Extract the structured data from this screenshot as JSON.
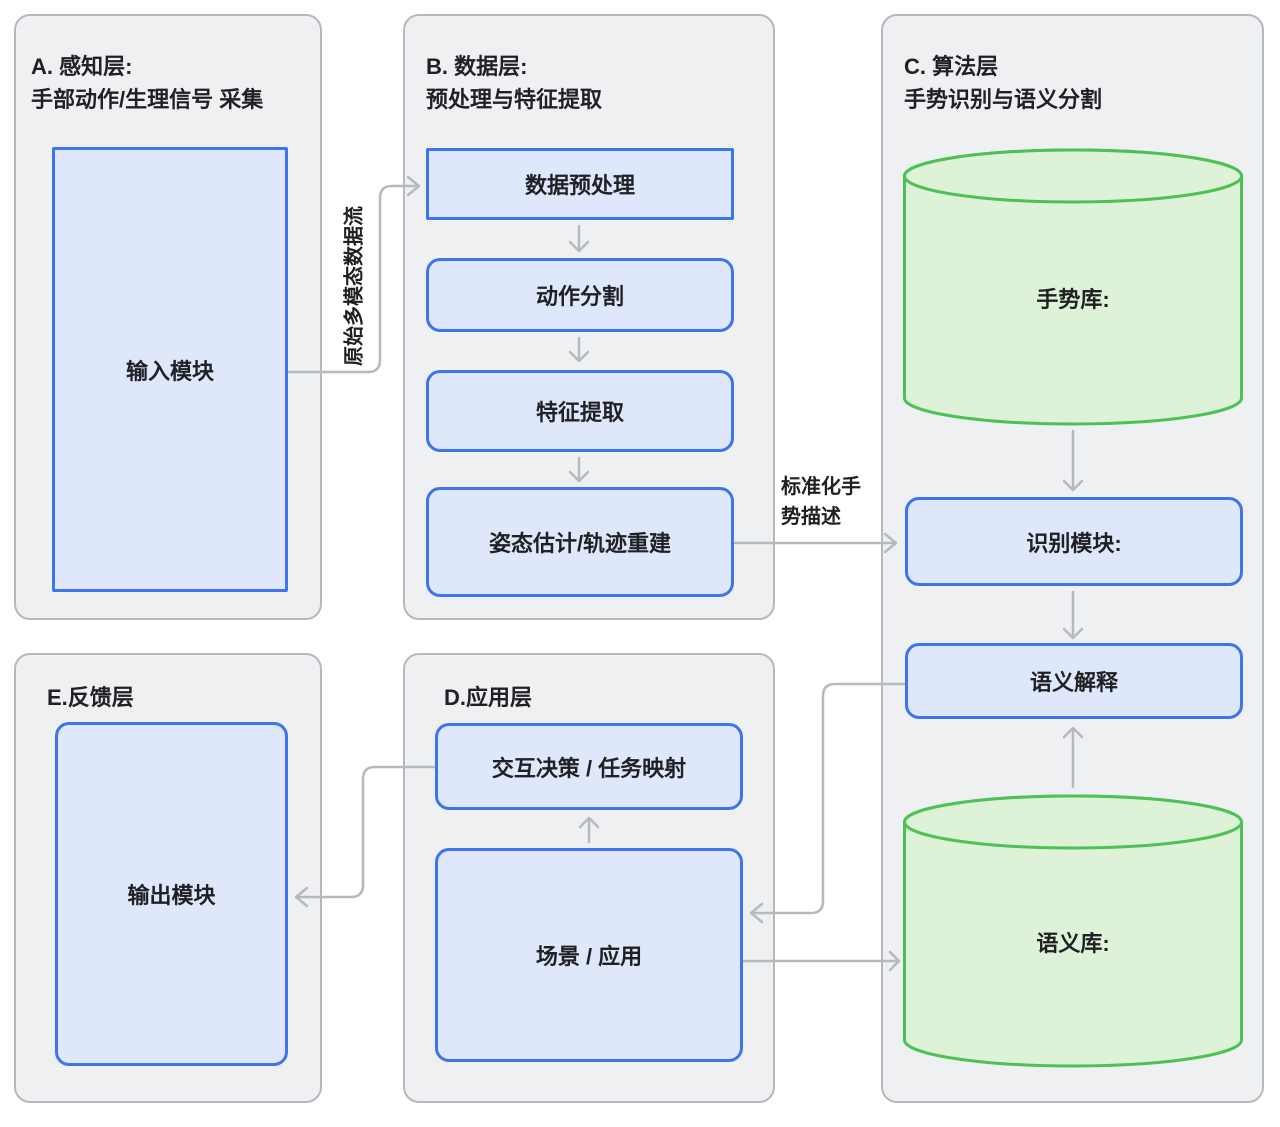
{
  "diagram": {
    "panel_a": {
      "title": [
        "A. 感知层:",
        "手部动作/生理信号 采集"
      ],
      "input_module": "输入模块"
    },
    "panel_b": {
      "title": [
        "B. 数据层:",
        "预处理与特征提取"
      ],
      "step_preprocess": "数据预处理",
      "step_segmentation": "动作分割",
      "step_feature": "特征提取",
      "step_pose": "姿态估计/轨迹重建"
    },
    "panel_c": {
      "title": [
        "C. 算法层",
        "手势识别与语义分割"
      ],
      "gesture_db": "手势库:",
      "recognition_module": "识别模块:",
      "semantic_interpretation": "语义解释",
      "semantic_db": "语义库:"
    },
    "panel_d": {
      "title": "D.应用层",
      "decision": "交互决策 / 任务映射",
      "scene": "场景 / 应用"
    },
    "panel_e": {
      "title": "E.反馈层",
      "output_module": "输出模块"
    },
    "edge_labels": {
      "raw_stream": "原始多模态数据流",
      "standardized": [
        "标准化手",
        "势描述"
      ]
    }
  },
  "colors": {
    "panel_bg": "#eef0f2",
    "panel_border": "#b5b9bd",
    "node_border": "#3e74ec",
    "node_fill": "#dfe8fb",
    "db_stroke": "#4cc155",
    "db_fill": "#ddf2d7",
    "connector": "#b6b9bd",
    "text": "#202124"
  }
}
